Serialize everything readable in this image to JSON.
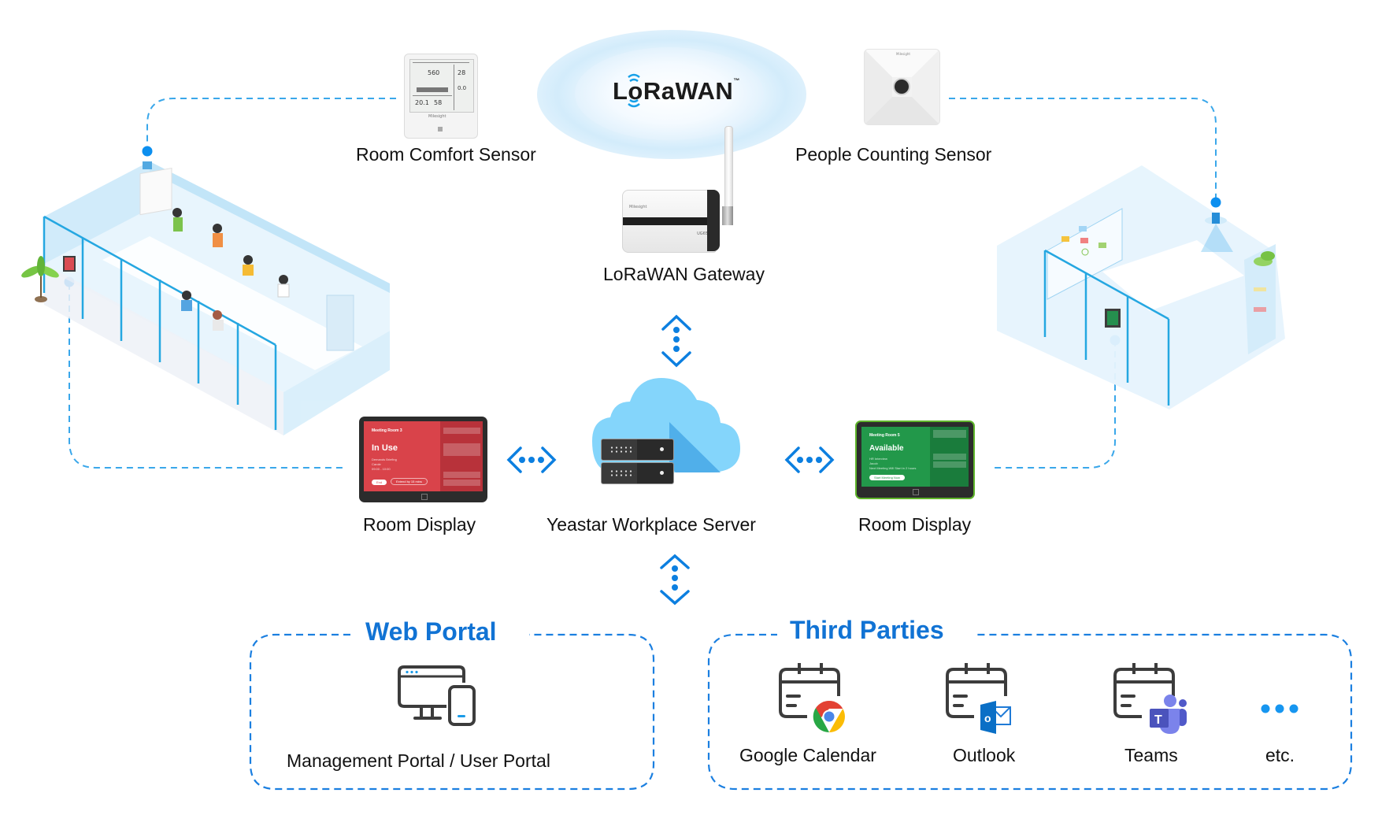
{
  "diagram": {
    "lorawan": {
      "logo_text": "LoRaWAN",
      "trademark": "™"
    },
    "nodes": {
      "room_comfort_sensor": {
        "label": "Room Comfort Sensor",
        "screen_values": [
          "560",
          "28",
          "0.0",
          "20.1",
          "58"
        ],
        "brand": "Milesight"
      },
      "people_counting_sensor": {
        "label": "People Counting Sensor",
        "brand": "Milesight"
      },
      "lorawan_gateway": {
        "label": "LoRaWAN Gateway",
        "model": "UG65",
        "brand": "Milesight"
      },
      "room_display_left": {
        "label": "Room Display",
        "screen": {
          "room_name": "Meeting Room 3",
          "status": "In Use",
          "meeting": "Demands Briefing",
          "organizer": "Carole",
          "time": "09:00 - 10:00",
          "buttons": [
            "End",
            "Extend by 15 mins"
          ]
        },
        "status_color": "#d9434a"
      },
      "server": {
        "label": "Yeastar Workplace Server"
      },
      "room_display_right": {
        "label": "Room Display",
        "screen": {
          "room_name": "Meeting Room 5",
          "status": "Available",
          "meeting": "HR Interview",
          "organizer": "Jacob",
          "next": "Next Meeting Will Start in 2 hours",
          "buttons": [
            "Start Meeting Now"
          ]
        },
        "status_color": "#22984a"
      }
    },
    "web_portal": {
      "title": "Web Portal",
      "items": [
        {
          "label": "Management Portal / User Portal",
          "icon": "monitor-phone-icon"
        }
      ]
    },
    "third_parties": {
      "title": "Third Parties",
      "items": [
        {
          "label": "Google Calendar",
          "icon": "google-calendar-icon"
        },
        {
          "label": "Outlook",
          "icon": "outlook-calendar-icon"
        },
        {
          "label": "Teams",
          "icon": "teams-calendar-icon"
        },
        {
          "label": "etc.",
          "icon": "ellipsis-icon"
        }
      ]
    },
    "colors": {
      "accent_blue": "#1173d4",
      "connector_blue": "#3aa7ea",
      "dot_blue": "#0c8fef",
      "icon_gray": "#3c3c3c"
    }
  }
}
